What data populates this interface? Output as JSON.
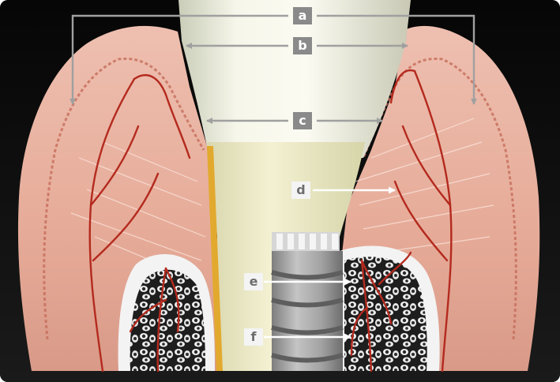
{
  "labels": {
    "a": "a",
    "b": "b",
    "c": "c",
    "d": "d",
    "e": "e",
    "f": "f"
  },
  "colors": {
    "background": "#0c0c0c",
    "gingiva": "#e8b1a0",
    "blood_vessel": "#b42a1e",
    "bone": "#f2f2f2",
    "implant": "#9a9a9a",
    "crown": "#efefda",
    "pointer_gray": "#9a9a9a",
    "pointer_white": "#ffffff"
  }
}
